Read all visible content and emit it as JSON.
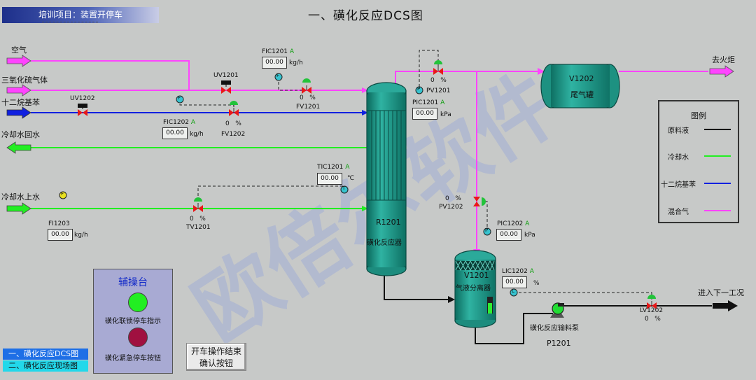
{
  "panel_title": "培训项目：装置开停车",
  "main_title": "一、磺化反应DCS图",
  "watermark": "欧倍尔软件",
  "streams": {
    "air": "空气",
    "so3": "三氧化硫气体",
    "dodecylbenzene": "十二烷基苯",
    "cw_return": "冷却水回水",
    "cw_supply": "冷却水上水",
    "to_flare": "去火炬",
    "to_next": "进入下一工况"
  },
  "valves": {
    "uv1201": "UV1201",
    "uv1202": "UV1202",
    "fv1201": "FV1201",
    "fv1202": "FV1202",
    "pv1201": "PV1201",
    "pv1202": "PV1202",
    "tv1201": "TV1201",
    "lv1202": "LV1202"
  },
  "valve_openings": {
    "fv1201": "0   %",
    "fv1202": "0   %",
    "pv1201": "0   %",
    "pv1202": "0   %",
    "tv1201": "0   %",
    "lv1202": "0   %"
  },
  "instruments": {
    "fic1201": {
      "tag": "FIC1201",
      "mode": "A",
      "value": "00.00",
      "unit": "kg/h"
    },
    "fic1202": {
      "tag": "FIC1202",
      "mode": "A",
      "value": "00.00",
      "unit": "kg/h"
    },
    "pic1201": {
      "tag": "PIC1201",
      "mode": "A",
      "value": "00.00",
      "unit": "kPa"
    },
    "tic1201": {
      "tag": "TIC1201",
      "mode": "A",
      "value": "00.00",
      "unit": "℃"
    },
    "pic1202": {
      "tag": "PIC1202",
      "mode": "A",
      "value": "00.00",
      "unit": "kPa"
    },
    "lic1202": {
      "tag": "LIC1202",
      "mode": "A",
      "value": "00.00",
      "unit": "%"
    },
    "fi1203": {
      "tag": "FI1203",
      "value": "00.00",
      "unit": "kg/h"
    }
  },
  "sensor_letters": {
    "f": "F",
    "p": "P",
    "t": "T",
    "l": "L"
  },
  "equipment": {
    "r1201_tag": "R1201",
    "r1201_name": "磺化反应器",
    "v1202_tag": "V1202",
    "v1202_name": "尾气罐",
    "v1201_tag": "V1201",
    "v1201_name": "气液分离器",
    "p1201_name": "磺化反应输料泵",
    "p1201_tag": "P1201"
  },
  "legend": {
    "title": "图例",
    "items": [
      {
        "label": "原料液",
        "color": "#000000"
      },
      {
        "label": "冷却水",
        "color": "#22ee22"
      },
      {
        "label": "十二烷基苯",
        "color": "#1020e0"
      },
      {
        "label": "混合气",
        "color": "#ff44ff"
      }
    ]
  },
  "aux_panel": {
    "title": "辅操台",
    "interlock_label": "磺化联锁停车指示",
    "interlock_color": "#22ee22",
    "estop_label": "磺化紧急停车按钮",
    "estop_color": "#a01040"
  },
  "confirm_button": {
    "line1": "开车操作结束",
    "line2": "确认按钮"
  },
  "nav": [
    {
      "label": "一、磺化反应DCS图",
      "bg": "#1e6fe6",
      "fg": "#ffffff"
    },
    {
      "label": "二、磺化反应现场图",
      "bg": "#22d8ea",
      "fg": "#111111"
    }
  ],
  "colors": {
    "background": "#c7c9c8",
    "vessel": "#1a9b8c",
    "valve_red": "#e81818",
    "valve_green": "#22c33a",
    "sensor": "#37c3cf",
    "sensor_flow": "#e8e020"
  }
}
